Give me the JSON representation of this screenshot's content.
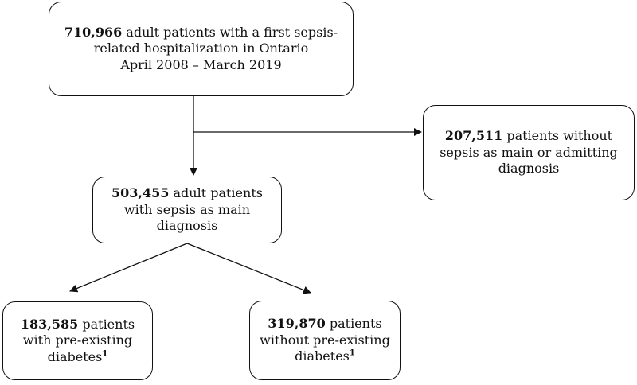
{
  "nodes": {
    "top": {
      "count": "710,966",
      "line1_rest": " adult patients with a first sepsis-",
      "line2": "related hospitalization in Ontario",
      "line3": "April 2008 – March 2019"
    },
    "excluded": {
      "count": "207,511",
      "line1_rest": " patients without",
      "line2": "sepsis as main or admitting",
      "line3": "diagnosis"
    },
    "main": {
      "count": "503,455",
      "line1_rest": " adult patients",
      "line2": "with sepsis as main",
      "line3": "diagnosis"
    },
    "with_diabetes": {
      "count": "183,585",
      "line1_rest": " patients",
      "line2": "with pre-existing",
      "line3": "diabetes",
      "footnote": "1"
    },
    "without_diabetes": {
      "count": "319,870",
      "line1_rest": " patients",
      "line2": "without pre-existing",
      "line3": "diabetes",
      "footnote": "1"
    }
  }
}
